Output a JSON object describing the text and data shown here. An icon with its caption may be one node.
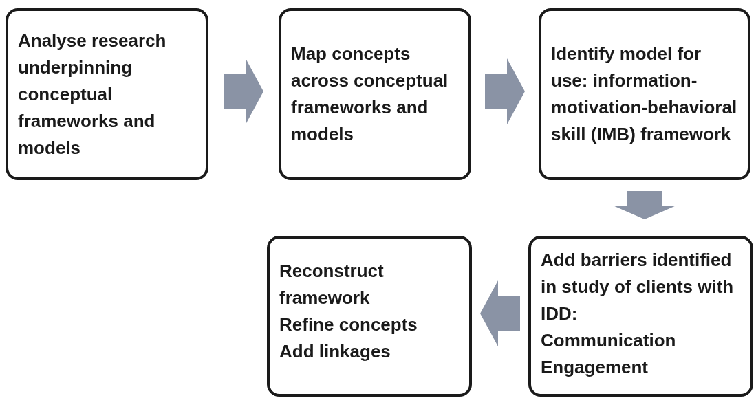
{
  "diagram": {
    "nodes": [
      {
        "text": [
          "Analyse research underpinning conceptual frameworks and models"
        ]
      },
      {
        "text": [
          "Map concepts across conceptual frameworks and models"
        ]
      },
      {
        "text": [
          "Identify model for use: information-motivation-behavioral skill (IMB) framework"
        ]
      },
      {
        "text": [
          "Add barriers identified in study of clients with IDD:",
          "Communication",
          "Engagement"
        ]
      },
      {
        "text": [
          "Reconstruct framework",
          "Refine concepts",
          "Add linkages"
        ]
      }
    ],
    "edges": [
      {
        "from": 0,
        "to": 1,
        "arrow": "to"
      },
      {
        "from": 1,
        "to": 2,
        "arrow": "to"
      },
      {
        "from": 2,
        "to": 3,
        "arrow": "to"
      },
      {
        "from": 3,
        "to": 4,
        "arrow": "to"
      }
    ]
  }
}
